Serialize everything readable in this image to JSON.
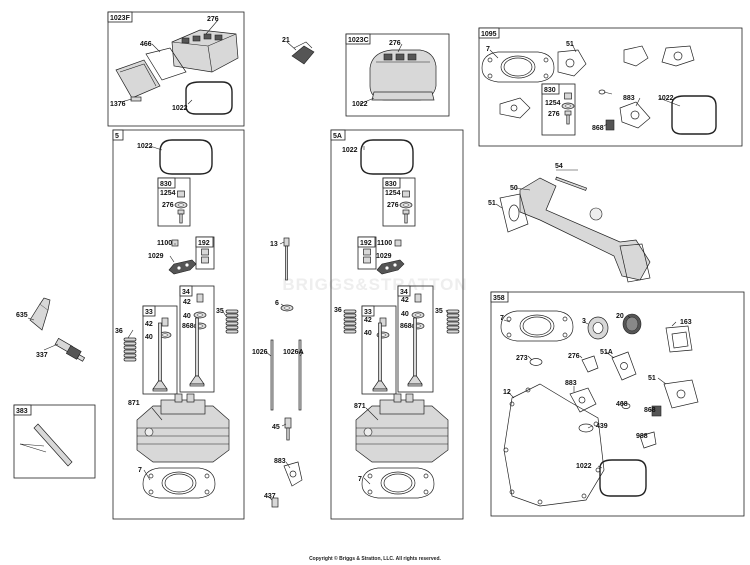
{
  "watermark": "BRIGGS&STRATTON",
  "copyright": "Copyright © Briggs & Stratton, LLC. All rights reserved.",
  "groups": {
    "g1023F": "1023F",
    "g1023C": "1023C",
    "g1095": "1095",
    "g5": "5",
    "g5A": "5A",
    "g383": "383",
    "g358": "358",
    "g830a": "830",
    "g830b": "830",
    "g830c": "830",
    "g192a": "192",
    "g192b": "192",
    "g34a": "34",
    "g34b": "34",
    "g33a": "33",
    "g33b": "33"
  },
  "labels": {
    "p276a": "276",
    "p466": "466",
    "p1376": "1376",
    "p1022a": "1022",
    "p21": "21",
    "p276b": "276",
    "p1022b": "1022",
    "p7a": "7",
    "p51a": "51",
    "p1254a": "1254",
    "p276c": "276",
    "p883a": "883",
    "p868a": "868",
    "p1022c": "1022",
    "p54": "54",
    "p50": "50",
    "p51b": "51",
    "p1022d": "1022",
    "p1254b": "1254",
    "p276d": "276",
    "p1100a": "1100",
    "p1029a": "1029",
    "p42a": "42",
    "p40a": "40",
    "p868b": "868",
    "p35a": "35",
    "p36a": "36",
    "p42b": "42",
    "p40b": "40",
    "p871a": "871",
    "p7b": "7",
    "p635": "635",
    "p337": "337",
    "p13": "13",
    "p6": "6",
    "p1026": "1026",
    "p1026A": "1026A",
    "p45": "45",
    "p883b": "883",
    "p437": "437",
    "p1022e": "1022",
    "p1254c": "1254",
    "p276e": "276",
    "p1100b": "1100",
    "p1029b": "1029",
    "p36b": "36",
    "p42c": "42",
    "p40c": "40",
    "p42d": "42",
    "p40d": "40",
    "p868c": "868",
    "p35b": "35",
    "p871b": "871",
    "p7c": "7",
    "p7d": "7",
    "p3": "3",
    "p20": "20",
    "p163": "163",
    "p273": "273",
    "p276f": "276",
    "p51A": "51A",
    "p12": "12",
    "p883c": "883",
    "p51c": "51",
    "p468": "468",
    "p868d": "868",
    "p439": "439",
    "p988": "988",
    "p1022f": "1022"
  }
}
